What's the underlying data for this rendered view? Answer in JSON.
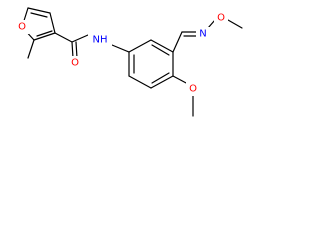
{
  "molecule": {
    "atoms": {
      "furan_o": {
        "text": "O",
        "color": "#ff0000"
      },
      "carbonyl_o": {
        "text": "O",
        "color": "#ff0000"
      },
      "amide_nh": {
        "text": "NH",
        "color": "#0000ff"
      },
      "oxime_n": {
        "text": "N",
        "color": "#0000ff"
      },
      "oxime_o": {
        "text": "O",
        "color": "#ff0000"
      },
      "methoxy_o": {
        "text": "O",
        "color": "#ff0000"
      }
    },
    "bond_color": "#000000"
  }
}
